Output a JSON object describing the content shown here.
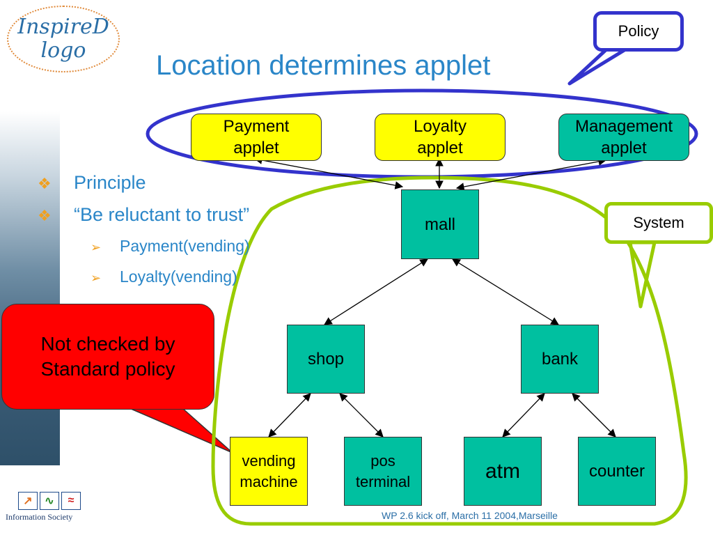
{
  "slide": {
    "logo_text": "InspireD logo",
    "title": "Location determines applet",
    "bullets": [
      {
        "level": 1,
        "text": "Principle"
      },
      {
        "level": 1,
        "text": "“Be reluctant to trust”"
      },
      {
        "level": 2,
        "text": "Payment(vending)"
      },
      {
        "level": 2,
        "text": "Loyalty(vending)"
      }
    ],
    "footer": "WP 2.6 kick off, March 11 2004,Marseille",
    "bottom_logo_caption": "Information Society"
  },
  "diagram": {
    "applets": {
      "payment": "Payment applet",
      "loyalty": "Loyalty applet",
      "management": "Management applet"
    },
    "nodes": {
      "mall": "mall",
      "shop": "shop",
      "bank": "bank",
      "vending": "vending machine",
      "pos": "pos terminal",
      "atm": "atm",
      "counter": "counter"
    },
    "callouts": {
      "policy": "Policy",
      "system": "System",
      "not_checked": "Not checked by Standard policy"
    },
    "colors": {
      "applet_yellow": "#ffff00",
      "node_teal": "#00c0a0",
      "policy_outline": "#3333cc",
      "system_outline": "#99cc00",
      "warning_red": "#ff0000",
      "title_blue": "#2a86c8"
    }
  }
}
